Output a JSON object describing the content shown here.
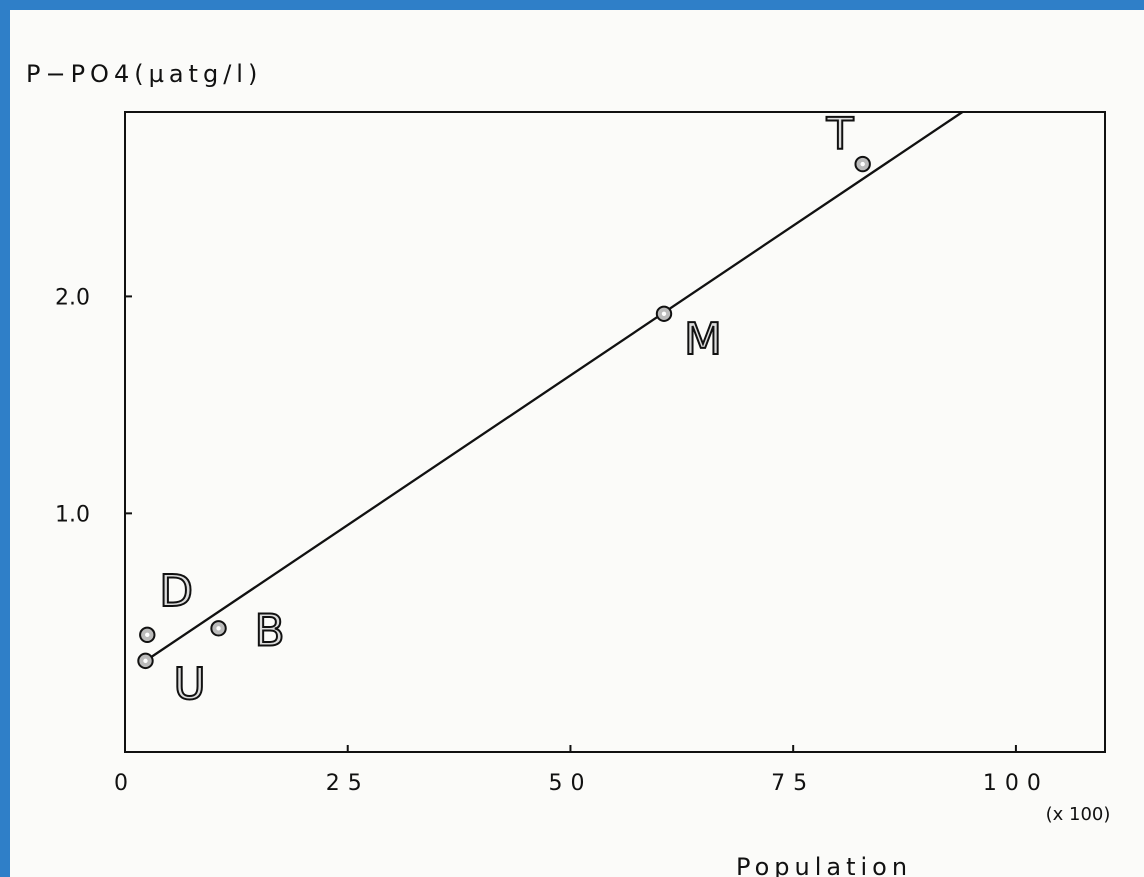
{
  "chart_data": {
    "type": "scatter",
    "ylabel": "P−PO4(µatg/l)",
    "xlabel": "Population",
    "x_unit": "(x 100)",
    "xlim": [
      0,
      110
    ],
    "ylim": [
      -0.1,
      2.85
    ],
    "x_ticks": [
      {
        "value": 0,
        "label": "0"
      },
      {
        "value": 25,
        "label": "25"
      },
      {
        "value": 50,
        "label": "50"
      },
      {
        "value": 75,
        "label": "75"
      },
      {
        "value": 100,
        "label": "100"
      }
    ],
    "y_ticks": [
      {
        "value": 1.0,
        "label": "1.0"
      },
      {
        "value": 2.0,
        "label": "2.0"
      }
    ],
    "grid": false,
    "points": [
      {
        "label": "D",
        "x": 2.5,
        "y": 0.44
      },
      {
        "label": "U",
        "x": 2.3,
        "y": 0.32
      },
      {
        "label": "B",
        "x": 10.5,
        "y": 0.47
      },
      {
        "label": "M",
        "x": 60.5,
        "y": 1.92
      },
      {
        "label": "T",
        "x": 82.8,
        "y": 2.61
      }
    ],
    "regression_line": {
      "x_start": 2.3,
      "y_start": 0.32,
      "x_end": 94.0,
      "y_end": 2.85
    }
  }
}
